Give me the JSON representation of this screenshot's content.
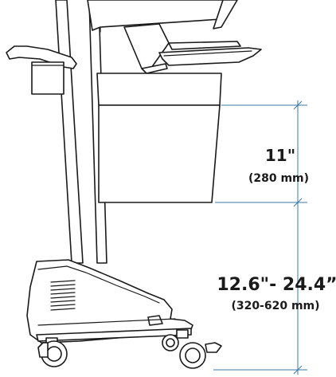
{
  "dimensions": {
    "upper": {
      "imperial": "11\"",
      "metric": "(280 mm)"
    },
    "lower": {
      "imperial": "12.6\"- 24.4”",
      "metric": "(320-620 mm)"
    }
  },
  "colors": {
    "dimension_line": "#3a78a6",
    "drawing_stroke": "#1a1a1a",
    "background": "#ffffff"
  }
}
